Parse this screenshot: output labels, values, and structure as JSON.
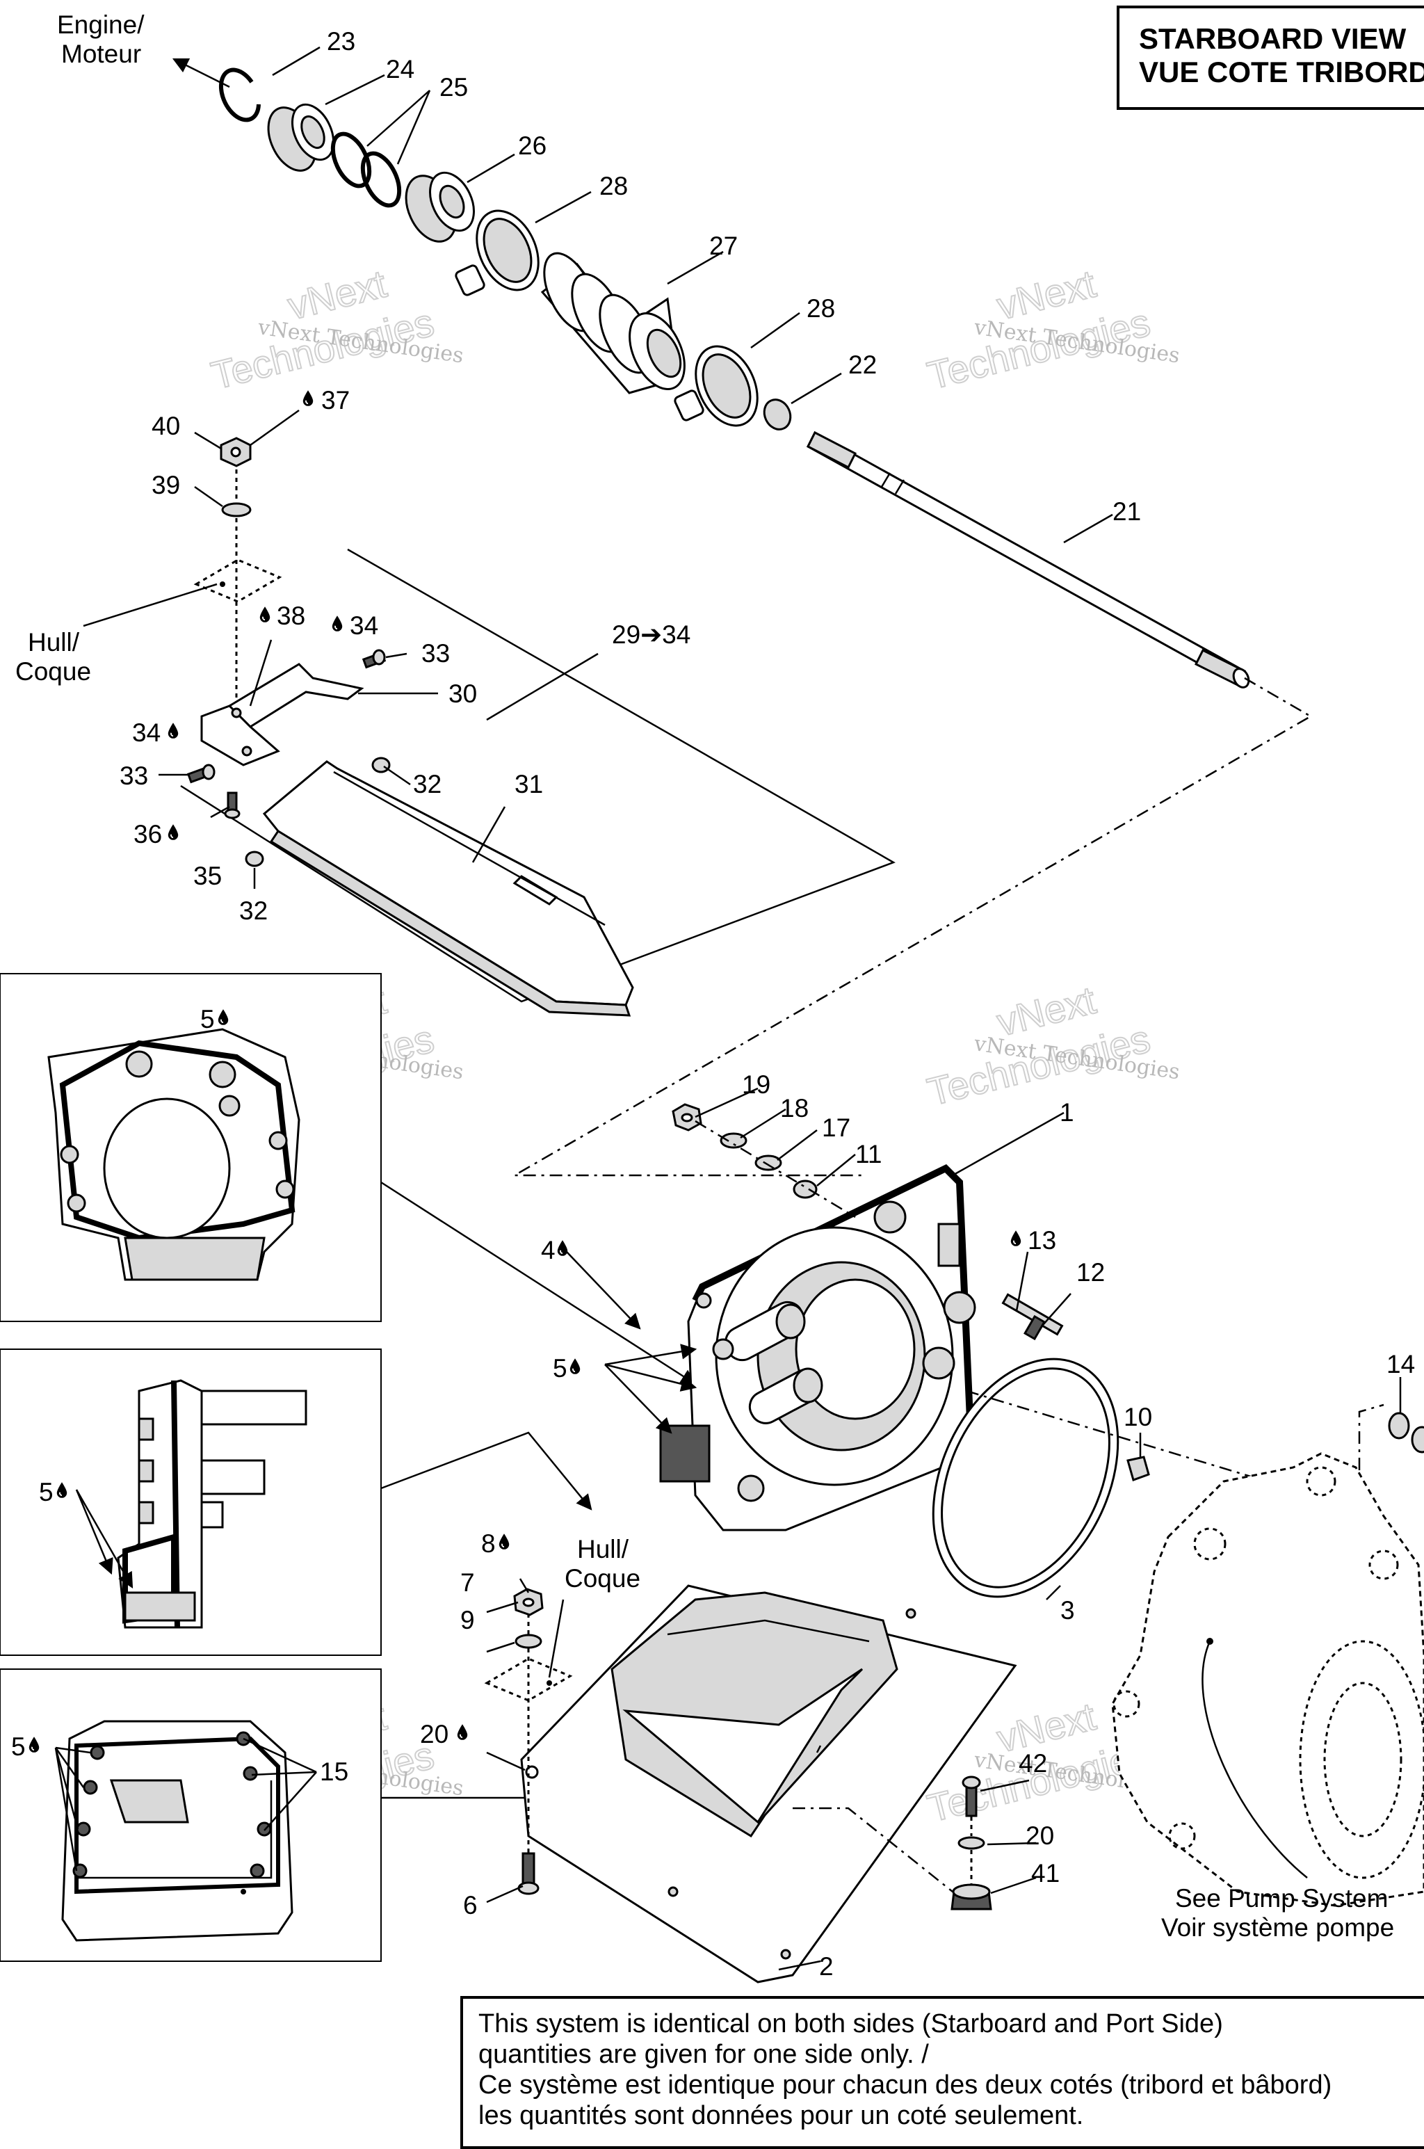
{
  "title": {
    "line1": "STARBOARD VIEW",
    "line2": "VUE COTE TRIBORD"
  },
  "note": {
    "line1": "This system is identical on both sides (Starboard and Port Side)",
    "line2": "quantities are given for one side only. /",
    "line3": "Ce système est identique pour chacun des deux cotés (tribord et bâbord)",
    "line4": "les quantités sont données pour un coté seulement."
  },
  "callouts": {
    "engine_en": "Engine/",
    "engine_fr": "Moteur",
    "hull1_en": "Hull/",
    "hull1_fr": "Coque",
    "hull2_en": "Hull/",
    "hull2_fr": "Coque",
    "pump_en": "See Pump System",
    "pump_fr": "Voir système pompe"
  },
  "watermark": {
    "brand": "vNext Technologies",
    "big_top": "vNext",
    "big_bottom": "Technologies"
  },
  "parts": {
    "p1": "1",
    "p2": "2",
    "p3": "3",
    "p4": "4",
    "p5a": "5",
    "p5b": "5",
    "p5c": "5",
    "p5d": "5",
    "p6": "6",
    "p7": "7",
    "p8": "8",
    "p9": "9",
    "p10": "10",
    "p11": "11",
    "p12": "12",
    "p13": "13",
    "p14": "14",
    "p15": "15",
    "p17": "17",
    "p18": "18",
    "p19": "19",
    "p20a": "20",
    "p20b": "20",
    "p21": "21",
    "p22": "22",
    "p23": "23",
    "p24": "24",
    "p25": "25",
    "p26": "26",
    "p27": "27",
    "p28a": "28",
    "p28b": "28",
    "p29": "29➔34",
    "p30": "30",
    "p31": "31",
    "p32a": "32",
    "p32b": "32",
    "p33a": "33",
    "p33b": "33",
    "p34a": "34",
    "p34b": "34",
    "p35": "35",
    "p36": "36",
    "p37": "37",
    "p38": "38",
    "p39": "39",
    "p40": "40",
    "p41": "41",
    "p42": "42"
  },
  "icons": {
    "drop": "lubricant-drop-icon",
    "arrow": "filled-arrow-icon"
  }
}
